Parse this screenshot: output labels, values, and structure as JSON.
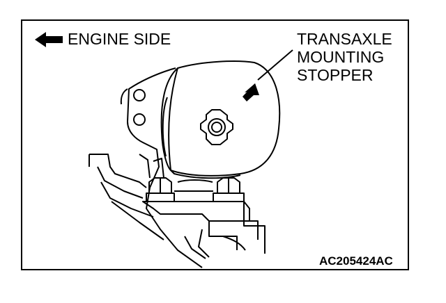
{
  "labels": {
    "engine_side": "ENGINE SIDE",
    "stopper_line1": "TRANSAXLE",
    "stopper_line2": "MOUNTING",
    "stopper_line3": "STOPPER",
    "figure_code": "AC205424AC"
  },
  "icons": {
    "direction": "left-arrow-icon",
    "view": "view-arrow-icon"
  },
  "colors": {
    "line": "#000000",
    "background": "#ffffff"
  }
}
